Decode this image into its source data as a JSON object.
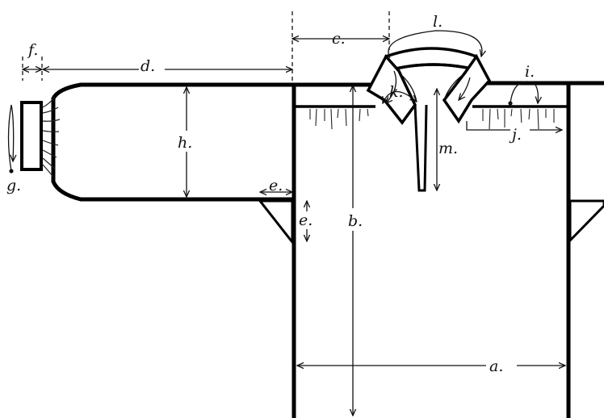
{
  "diagram": {
    "labels": {
      "a": "a.",
      "b": "b.",
      "c": "c.",
      "d": "d.",
      "e_upper": "e.",
      "e_lower": "e.",
      "f": "f.",
      "g": "g.",
      "h": "h.",
      "i": "i.",
      "j": "j.",
      "k": "k.",
      "l": "l.",
      "m": "m."
    }
  }
}
